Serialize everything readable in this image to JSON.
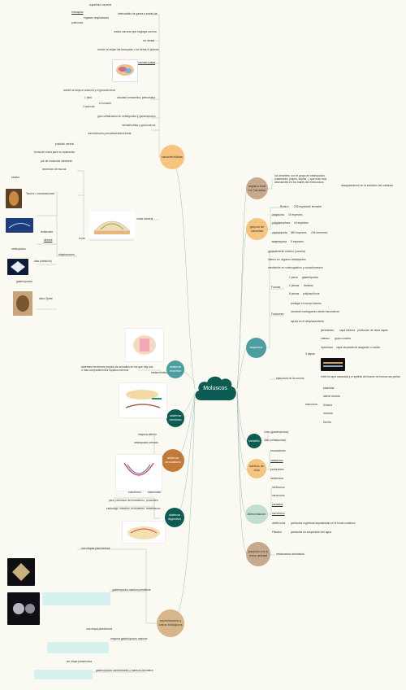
{
  "center": {
    "label": "Moluscos",
    "color": "#0d5c53"
  },
  "branches": {
    "caracteristicas": {
      "label": "características",
      "color": "#f7c47f"
    },
    "sistema_excretor": {
      "label": "sistema excretor",
      "color": "#4d9ea1"
    },
    "sistema_nervioso": {
      "label": "sistema nervioso",
      "color": "#0d5c53"
    },
    "sistema_circulatorio": {
      "label": "sistema circulatorio",
      "color": "#c17a3a"
    },
    "sistema_digestivo": {
      "label": "sistema digestivo",
      "color": "#0d5c53"
    },
    "reproduccion": {
      "label": "reproducción y ciclos biológicos",
      "color": "#d8b68c"
    },
    "registro_fosil": {
      "label": "registro fósil en Canarias",
      "color": "#c7aa8e"
    },
    "grupos": {
      "label": "grupos de canarias",
      "color": "#f7c47f"
    },
    "aspectos": {
      "label": "aspectos",
      "color": "#4d9ea1"
    },
    "tamano": {
      "label": "tamaño",
      "color": "#0d5c53"
    },
    "habitos": {
      "label": "hábitos de vida",
      "color": "#f7c47f"
    },
    "alimentacion": {
      "label": "Alimentación",
      "color": "#bfe0d0"
    },
    "posicion": {
      "label": "posición en el reino animal",
      "color": "#c7aa8e"
    }
  },
  "left_texts": {
    "c1": "superficie corporal",
    "c2": "branquias",
    "c3": "órganos respiratorios",
    "c4": "intercambio de gases a través de",
    "c5": "pulmones",
    "c6": "manto carnoso que segrega concha",
    "c7": "rar dorsal",
    "c8": "donde se alojan las branquias o se forma el pulmón",
    "c9": "cavidad paleal",
    "c10": "donde se aloja el corazón y el gonada renal",
    "c11": "1 atrio",
    "c12": "cavidad homocelica, pericardica",
    "c13": "2 aurícula",
    "c14": "el corazón",
    "c15": "gran cefalizacion en cefalópodos y gasterópodos",
    "c16": "hermafroditas y gonocoricos",
    "c17": "concha:hueso pecuelas/rádula lineal",
    "c18": "posición ventral",
    "c19": "forma de suela para su reparación",
    "c20": "por de músculos infrarente",
    "c21": "secreción de mucus",
    "c22": "dibranquiaaa",
    "c23": "masa visceral",
    "c24": "tentáculos",
    "c25": "el pie",
    "c26": "adaptaciones",
    "c27": "bivalvo",
    "c28": "Taurivs / concavaciones",
    "c29": "tentáculos",
    "c30": "sifones",
    "c31": "cefalópodos",
    "c32": "alas (natación)",
    "c33": "gasterópodos",
    "c34": "disco 3pate",
    "e1": "sistemas excretores propios de animales en los que hay dos o más compartimentos líquidos internos",
    "e2": "metanefridios",
    "r1": "mayoría abierto",
    "r2": "cefalópodos cerrado",
    "d1": "ectodermo",
    "d2": "estomodeo",
    "d3": "pico y derivado del ectodermo",
    "d4": "proctodeo",
    "d5": "estómago, intestino, endodermo",
    "d6": "mesenteron",
    "p1": "dos etapas planctónicas",
    "p2": "gasterópodos marinos primitivos",
    "p3": "una etapa planctónica",
    "p4": "mayoría gasterópodos marinos",
    "p5": "sin etapa planctónica",
    "p6": "gasterópodos continentales y marinos derivados"
  },
  "right_texts": {
    "f1": "los amonites: son el grupo de cefalópodos (calamares, pulpos, sepias...) que eran muy abundantes en los mares del mesozoicos",
    "f2": "desaparecieron en la extinción del cretácico",
    "g1": "Bivalvo",
    "g2": "226 especies",
    "g3": "1 terrestre",
    "g4": "anaphoda",
    "g5": "15 especies",
    "g6": "polyplacophora",
    "g7": "44 especies",
    "g8": "cephalopoda",
    "g9": "680 especies",
    "g10": "234 terrestres",
    "g11": "scaphopoda",
    "g12": "5 especies",
    "a1": "generalmente externo (concha)",
    "a2": "interno ex: algunos cefalópodos",
    "a3": "inexistente en solenogastros y caudofoveados",
    "a4": "1 pieza",
    "a5": "gasterópodos",
    "a6": "2 piezas",
    "a7": "bivalvos",
    "a8": "8 piezas",
    "a9": "poliplacóforos",
    "a10": "Formas",
    "a11": "proteger el cuerpo blando",
    "a12": "construir madrigueras donde esconderse",
    "a13": "ayuda en el desplazamiento",
    "a14": "Funciones",
    "a15": "periostraco",
    "a16": "capa externa",
    "a17": "protección de otras capas",
    "a18": "ostraco",
    "a19": "grupo concha",
    "a20": "hipostraco",
    "a21": "capa secarada de aragonito o calcita",
    "a22": "3 capas",
    "a23": "entre la capa nacarada y el epitelio del manto",
    "a24": "se forman las perlas",
    "a25": "piramidal",
    "a26": "lateral rizzada",
    "a27": "Sinistra",
    "a28": "Involuta",
    "a29": "Dextra",
    "a30": "estructura",
    "a31": "estructura de la concha",
    "t1": "1mm (gasterópodos)",
    "t2": "20m (cefalópodos)",
    "h1": "excavadores",
    "h2": "nadadores",
    "h3": "perforantes",
    "h4": "bentónicos",
    "al1": "herbívoros",
    "al2": "carnívoros",
    "al3": "parásitos",
    "al4": "carroñeros",
    "al5": "detritívoros",
    "al6": "partículas orgánicas depositadas en el fondo oceánico",
    "al7": "Filtrador",
    "al8": "partículas en suspensión del agua",
    "po1": "metazoarios celomados"
  }
}
